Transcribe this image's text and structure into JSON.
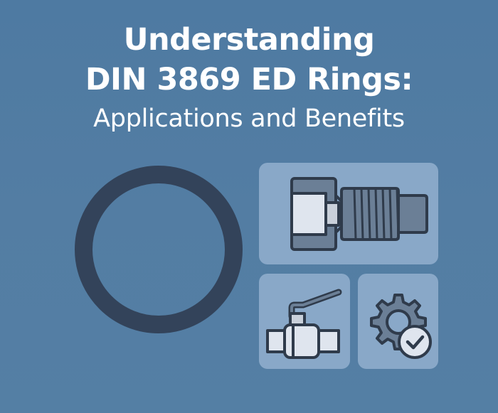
{
  "title": {
    "line1": "Understanding",
    "line2": "DIN 3869 ED Rings:",
    "line3": "Applications and Benefits"
  },
  "illustration": {
    "ring": "o-ring-icon",
    "cards": [
      {
        "icon": "threaded-fitting-icon"
      },
      {
        "icon": "ball-valve-icon"
      },
      {
        "icon": "gear-check-icon"
      }
    ]
  },
  "colors": {
    "background": "#5079a1",
    "ring": "#33435a",
    "card": "#89a8c8",
    "icon_outline": "#2f3b4b",
    "icon_dark_fill": "#6b7f96",
    "icon_light_fill": "#dfe5ee",
    "title_text": "#ffffff"
  }
}
